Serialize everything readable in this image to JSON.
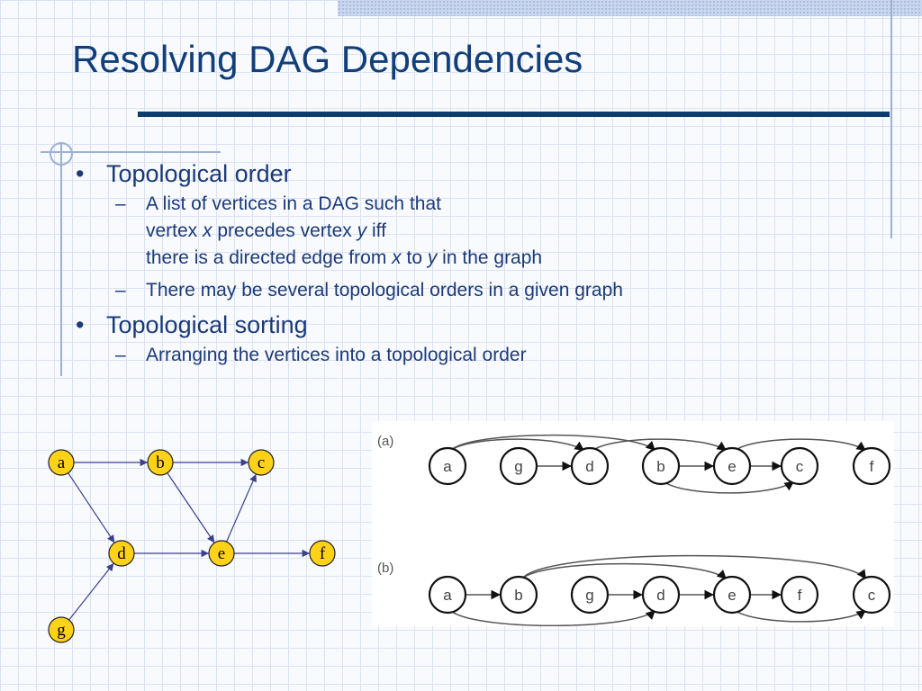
{
  "slide": {
    "title": "Resolving DAG Dependencies",
    "bullets": [
      {
        "text": "Topological order",
        "subs": [
          {
            "line1": "A list of vertices in a DAG such that",
            "line2_pre": "vertex ",
            "line2_x": "x",
            "line2_mid": " precedes vertex ",
            "line2_y": "y",
            "line2_post": " iff",
            "line3_pre": "there is a directed edge from ",
            "line3_x": "x",
            "line3_mid": " to ",
            "line3_y": "y",
            "line3_post": " in the graph"
          },
          {
            "text": "There may be several topological orders in a given graph"
          }
        ]
      },
      {
        "text": "Topological sorting",
        "subs": [
          {
            "text": "Arranging the vertices into a topological order"
          }
        ]
      }
    ]
  },
  "dag": {
    "nodes": [
      "a",
      "b",
      "c",
      "d",
      "e",
      "f",
      "g"
    ],
    "edges": [
      [
        "a",
        "b"
      ],
      [
        "b",
        "c"
      ],
      [
        "a",
        "d"
      ],
      [
        "b",
        "e"
      ],
      [
        "e",
        "c"
      ],
      [
        "d",
        "e"
      ],
      [
        "e",
        "f"
      ],
      [
        "g",
        "d"
      ]
    ],
    "node_color": "#ffd21a",
    "edge_color": "#3b3f8c"
  },
  "orders": [
    {
      "label": "(a)",
      "sequence": [
        "a",
        "g",
        "d",
        "b",
        "e",
        "c",
        "f"
      ]
    },
    {
      "label": "(b)",
      "sequence": [
        "a",
        "b",
        "g",
        "d",
        "e",
        "f",
        "c"
      ]
    }
  ]
}
